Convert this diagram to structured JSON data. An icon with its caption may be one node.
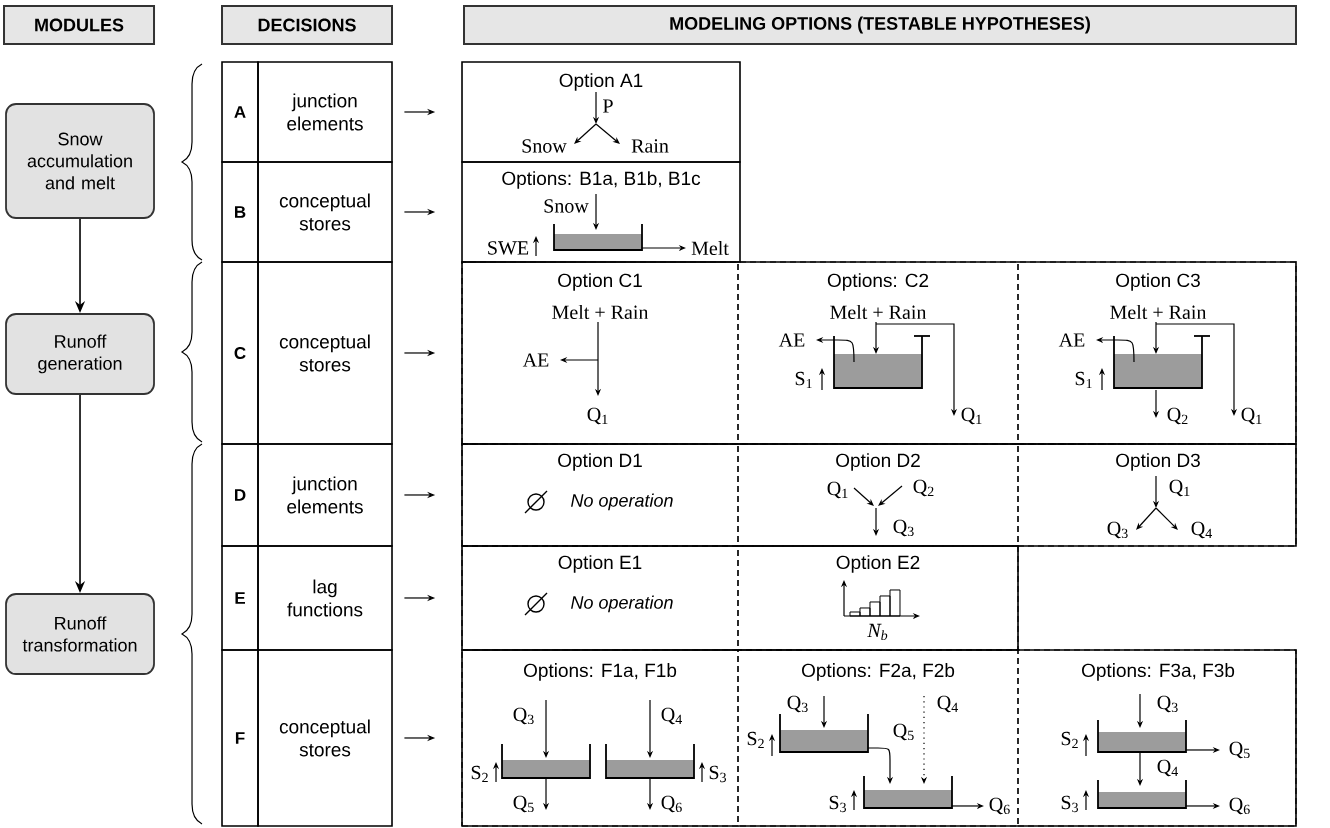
{
  "diagram": {
    "nodes": [
      {
        "text": [
          "MODULES"
        ]
      },
      {
        "text": [
          "DECISIONS"
        ]
      },
      {
        "text": [
          "MODELING OPTIONS (TESTABLE HYPOTHESES)"
        ]
      },
      {
        "text": [
          "Snow accumulation and melt"
        ]
      },
      {
        "text": [
          "Runoff generation"
        ]
      },
      {
        "text": [
          "Runoff transformation"
        ]
      },
      {
        "text": [
          "A",
          "junction elements"
        ]
      },
      {
        "text": [
          "B",
          "conceptual stores"
        ]
      },
      {
        "text": [
          "C",
          "conceptual stores"
        ]
      },
      {
        "text": [
          "D",
          "junction elements"
        ]
      },
      {
        "text": [
          "E",
          "lag functions"
        ]
      },
      {
        "text": [
          "F",
          "conceptual stores"
        ]
      },
      {
        "text": [
          "Option A1",
          "P",
          "Snow",
          "Rain"
        ]
      },
      {
        "text": [
          "Options: B1a, B1b, B1c",
          "Snow",
          "SWE",
          "Melt"
        ]
      },
      {
        "text": [],
        "shape": "box"
      },
      {
        "text": [
          "Option C1",
          "Melt + Rain",
          "AE",
          "Q$_{1}$"
        ],
        "in": 14
      },
      {
        "text": [
          "Options: C2",
          "Melt + Rain",
          "AE",
          "S$_{1}$",
          "Q$_{1}$"
        ],
        "in": 14
      },
      {
        "text": [
          "Option C3",
          "Melt + Rain",
          "AE",
          "S$_{1}$",
          "Q$_{2}$",
          "Q$_{1}$"
        ],
        "in": 14
      },
      {
        "text": [],
        "shape": "box"
      },
      {
        "text": [
          "Option D1",
          "No operation"
        ],
        "in": 18
      },
      {
        "text": [
          "Option D2",
          "Q$_{1}$",
          "Q$_{2}$",
          "Q$_{3}$"
        ],
        "in": 18
      },
      {
        "text": [
          "Option D3",
          "Q$_{1}$",
          "Q$_{3}$",
          "Q$_{4}$"
        ],
        "in": 18
      },
      {
        "text": [],
        "shape": "box"
      },
      {
        "text": [
          "Option E1",
          "No operation"
        ],
        "in": 22
      },
      {
        "text": [
          "Option E2",
          "N$_{b}$"
        ],
        "in": 22
      },
      {
        "text": [],
        "shape": "box"
      },
      {
        "text": [
          "Options: F1a, F1b",
          "Q$_{3}$",
          "Q$_{4}$",
          "S$_{2}$",
          "S$_{3}$",
          "Q$_{5}$",
          "Q$_{6}$"
        ],
        "in": 25
      },
      {
        "text": [
          "Options: F2a, F2b",
          "Q$_{3}$",
          "Q$_{4}$",
          "S$_{2}$",
          "Q$_{5}$",
          "S$_{3}$",
          "Q$_{6}$"
        ],
        "in": 25
      },
      {
        "text": [
          "Options: F3a, F3b",
          "Q$_{3}$",
          "S$_{2}$",
          "Q$_{5}$",
          "Q$_{4}$",
          "S$_{3}$",
          "Q$_{6}$"
        ],
        "in": 25
      }
    ],
    "edges": [
      {
        "from": 3,
        "to": 4,
        "arrow": "to"
      },
      {
        "from": 4,
        "to": 5,
        "arrow": "to"
      },
      {
        "from": 6,
        "to": 12,
        "arrow": "to"
      },
      {
        "from": 7,
        "to": 13,
        "arrow": "to"
      },
      {
        "from": 8,
        "to": 14,
        "arrow": "to"
      },
      {
        "from": 9,
        "to": 18,
        "arrow": "to"
      },
      {
        "from": 10,
        "to": 22,
        "arrow": "to"
      },
      {
        "from": 11,
        "to": 25,
        "arrow": "to"
      }
    ]
  }
}
